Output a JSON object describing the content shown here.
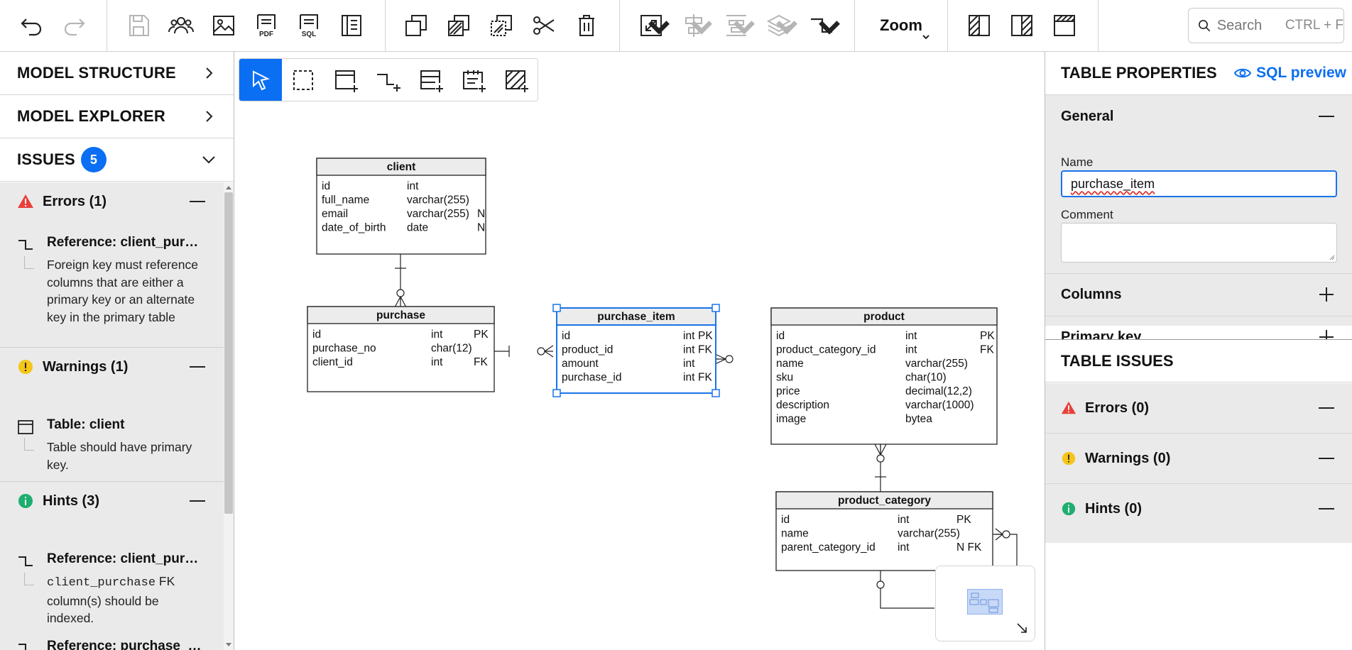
{
  "toolbar": {
    "zoom_label": "Zoom",
    "search_placeholder": "Search",
    "search_shortcut": "CTRL + F",
    "pdf_label": "PDF",
    "sql_label": "SQL"
  },
  "left_panel": {
    "model_structure": "MODEL STRUCTURE",
    "model_explorer": "MODEL EXPLORER",
    "issues": "ISSUES",
    "issues_count": "5",
    "errors": {
      "title": "Errors (1)",
      "items": [
        {
          "title": "Reference: client_purch...",
          "text": "Foreign key must reference columns that are either a primary key or an alternate key in the primary table"
        }
      ]
    },
    "warnings": {
      "title": "Warnings (1)",
      "items": [
        {
          "title": "Table: client",
          "text": "Table should have primary key."
        }
      ]
    },
    "hints": {
      "title": "Hints (3)",
      "items": [
        {
          "title": "Reference: client_purch...",
          "code": "client_purchase",
          "text_after_code": " FK",
          "text": "column(s) should be indexed."
        },
        {
          "title": "Reference: purchase_item..."
        }
      ]
    }
  },
  "diagram": {
    "tables": [
      {
        "name": "client",
        "columns": [
          {
            "name": "id",
            "type": "int",
            "flags": ""
          },
          {
            "name": "full_name",
            "type": "varchar(255)",
            "flags": ""
          },
          {
            "name": "email",
            "type": "varchar(255)",
            "flags": "N"
          },
          {
            "name": "date_of_birth",
            "type": "date",
            "flags": "N"
          }
        ]
      },
      {
        "name": "purchase",
        "columns": [
          {
            "name": "id",
            "type": "int",
            "flags": "PK"
          },
          {
            "name": "purchase_no",
            "type": "char(12)",
            "flags": ""
          },
          {
            "name": "client_id",
            "type": "int",
            "flags": "FK"
          }
        ]
      },
      {
        "name": "purchase_item",
        "columns": [
          {
            "name": "id",
            "type": "int",
            "flags": "PK"
          },
          {
            "name": "product_id",
            "type": "int",
            "flags": "FK"
          },
          {
            "name": "amount",
            "type": "int",
            "flags": ""
          },
          {
            "name": "purchase_id",
            "type": "int",
            "flags": "FK"
          }
        ]
      },
      {
        "name": "product",
        "columns": [
          {
            "name": "id",
            "type": "int",
            "flags": "PK"
          },
          {
            "name": "product_category_id",
            "type": "int",
            "flags": "FK"
          },
          {
            "name": "name",
            "type": "varchar(255)",
            "flags": ""
          },
          {
            "name": "sku",
            "type": "char(10)",
            "flags": ""
          },
          {
            "name": "price",
            "type": "decimal(12,2)",
            "flags": ""
          },
          {
            "name": "description",
            "type": "varchar(1000)",
            "flags": ""
          },
          {
            "name": "image",
            "type": "bytea",
            "flags": ""
          }
        ]
      },
      {
        "name": "product_category",
        "columns": [
          {
            "name": "id",
            "type": "int",
            "flags": "PK"
          },
          {
            "name": "name",
            "type": "varchar(255)",
            "flags": ""
          },
          {
            "name": "parent_category_id",
            "type": "int",
            "flags": "N FK"
          }
        ]
      }
    ]
  },
  "right_panel": {
    "title": "TABLE PROPERTIES",
    "sql_preview": "SQL preview",
    "general": "General",
    "name_label": "Name",
    "name_value": "purchase_item",
    "comment_label": "Comment",
    "columns": "Columns",
    "primary_key": "Primary key",
    "table_issues": "TABLE ISSUES",
    "errors": "Errors (0)",
    "warnings": "Warnings (0)",
    "hints": "Hints (0)"
  },
  "colors": {
    "accent": "#0b6ff3",
    "error": "#e8403a",
    "warning": "#f5c518",
    "hint": "#1fae6f",
    "panel_gray": "#eaeaea"
  }
}
